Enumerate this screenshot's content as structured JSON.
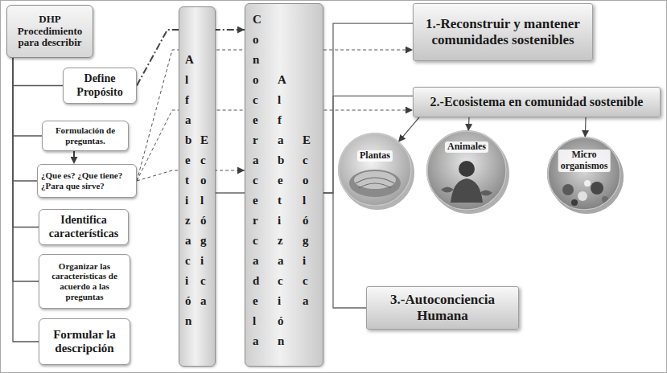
{
  "diagram": {
    "nodes": [
      {
        "text": [
          "DHP Procedimiento para describir"
        ]
      },
      {
        "text": [
          "Define Propósito"
        ]
      },
      {
        "text": [
          "Formulación de preguntas."
        ]
      },
      {
        "text": [
          "¿Que es? ¿Que tiene? ¿Para que sirve?"
        ]
      },
      {
        "text": [
          "Identifica características"
        ]
      },
      {
        "text": [
          "Organizar las características de acuerdo a las preguntas"
        ]
      },
      {
        "text": [
          "Formular la descripción"
        ]
      },
      {
        "text": [
          "Alfabetización",
          "Ecológica"
        ]
      },
      {
        "text": [
          "Conocer acerca de la",
          "Alfabetización",
          "Ecológica"
        ]
      },
      {
        "text": [
          "1.-Reconstruir y mantener comunidades sostenibles"
        ]
      },
      {
        "text": [
          "2.-Ecosistema en comunidad sostenible"
        ]
      },
      {
        "text": [
          "Plantas"
        ]
      },
      {
        "text": [
          "Animales"
        ]
      },
      {
        "text": [
          "Micro organismos"
        ]
      },
      {
        "text": [
          "3.-Autoconciencia Humana"
        ]
      }
    ],
    "edges": [
      {
        "from": 0,
        "to": 1,
        "arrow": "none"
      },
      {
        "from": 0,
        "to": 2,
        "arrow": "none"
      },
      {
        "from": 0,
        "to": 3,
        "arrow": "none"
      },
      {
        "from": 0,
        "to": 4,
        "arrow": "none"
      },
      {
        "from": 0,
        "to": 5,
        "arrow": "none"
      },
      {
        "from": 0,
        "to": 6,
        "arrow": "none"
      },
      {
        "from": 1,
        "to": 8,
        "arrow": "to"
      },
      {
        "from": 2,
        "to": 3,
        "arrow": "to"
      },
      {
        "from": 3,
        "to": 9,
        "arrow": "to"
      },
      {
        "from": 3,
        "to": 10,
        "arrow": "to"
      },
      {
        "from": 3,
        "to": 8,
        "arrow": "to"
      },
      {
        "from": 7,
        "to": 8,
        "arrow": "none"
      },
      {
        "from": 8,
        "to": 9,
        "arrow": "none"
      },
      {
        "from": 8,
        "to": 10,
        "arrow": "none"
      },
      {
        "from": 8,
        "to": 14,
        "arrow": "none"
      },
      {
        "from": 10,
        "to": 11,
        "arrow": "to"
      },
      {
        "from": 10,
        "to": 12,
        "arrow": "to"
      },
      {
        "from": 10,
        "to": 13,
        "arrow": "to"
      }
    ]
  }
}
